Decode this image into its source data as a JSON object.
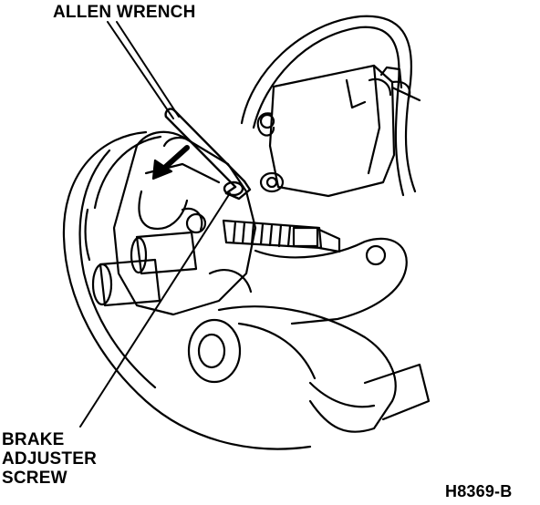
{
  "labels": {
    "allen_wrench": "ALLEN WRENCH",
    "adjuster_screw": [
      "BRAKE",
      "ADJUSTER",
      "SCREW"
    ],
    "figure_code": "H8369-B"
  },
  "colors": {
    "ink": "#000000",
    "paper": "#ffffff"
  }
}
